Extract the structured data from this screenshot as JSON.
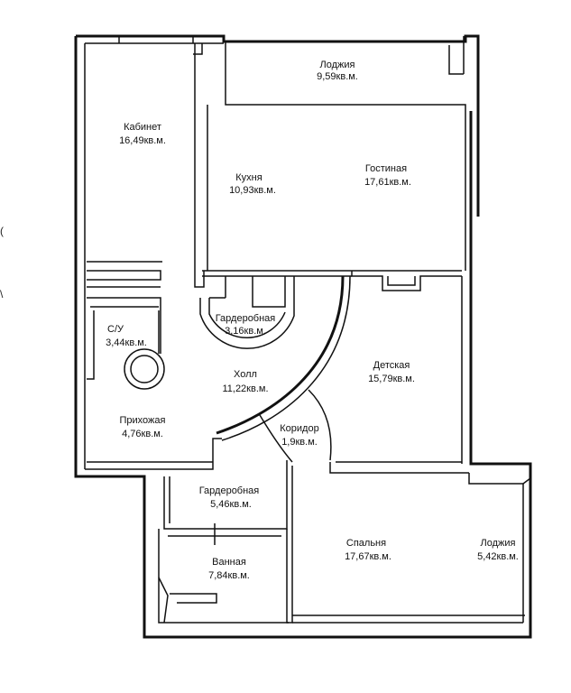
{
  "plan": {
    "rooms": [
      {
        "id": "loggia-top",
        "name": "Лоджия",
        "area": "9,59кв.м."
      },
      {
        "id": "kabinet",
        "name": "Кабинет",
        "area": "16,49кв.м."
      },
      {
        "id": "kitchen",
        "name": "Кухня",
        "area": "10,93кв.м."
      },
      {
        "id": "living",
        "name": "Гостиная",
        "area": "17,61кв.м."
      },
      {
        "id": "wardrobe-small",
        "name": "Гардеробная",
        "area": "3,16кв.м."
      },
      {
        "id": "wc",
        "name": "С/У",
        "area": "3,44кв.м."
      },
      {
        "id": "hall",
        "name": "Холл",
        "area": "11,22кв.м."
      },
      {
        "id": "kids",
        "name": "Детская",
        "area": "15,79кв.м."
      },
      {
        "id": "entry",
        "name": "Прихожая",
        "area": "4,76кв.м."
      },
      {
        "id": "corridor",
        "name": "Коридор",
        "area": "1,9кв.м."
      },
      {
        "id": "wardrobe-big",
        "name": "Гардеробная",
        "area": "5,46кв.м."
      },
      {
        "id": "bath",
        "name": "Ванная",
        "area": "7,84кв.м."
      },
      {
        "id": "bedroom",
        "name": "Спальня",
        "area": "17,67кв.м."
      },
      {
        "id": "loggia-right",
        "name": "Лоджия",
        "area": "5,42кв.м."
      }
    ],
    "edge_marks": [
      "(",
      "\\"
    ]
  }
}
